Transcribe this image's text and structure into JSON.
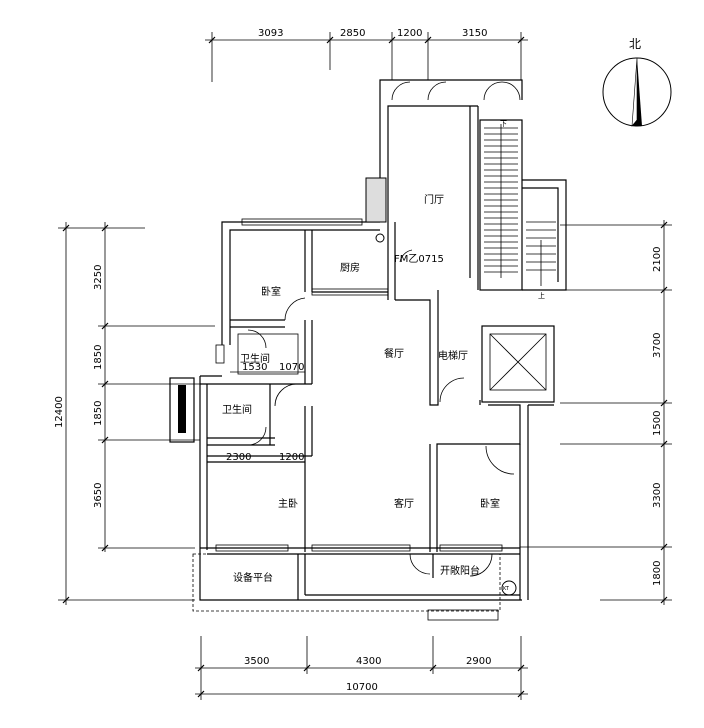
{
  "north": {
    "label": "北"
  },
  "dims_top": [
    "3093",
    "2850",
    "1200",
    "3150"
  ],
  "dims_left": {
    "total": "12400",
    "parts": [
      "3250",
      "1850",
      "1850",
      "3650"
    ]
  },
  "dims_right": [
    "2100",
    "3700",
    "1500",
    "3300",
    "1800"
  ],
  "dims_bottom": {
    "parts": [
      "3500",
      "4300",
      "2900"
    ],
    "total": "10700"
  },
  "inner_dims": {
    "bath_a": "1530",
    "bath_b": "1070",
    "bed_a": "2300",
    "bed_b": "1200"
  },
  "rooms": {
    "foyer": "门厅",
    "kitchen": "厨房",
    "bedroom_nw": "卧室",
    "bath_1": "卫生间",
    "bath_2": "卫生间",
    "dining": "餐厅",
    "elevator_hall": "电梯厅",
    "master": "主卧",
    "living": "客厅",
    "bedroom_e": "卧室",
    "equipment": "设备平台",
    "balcony": "开敞阳台"
  },
  "labels": {
    "door_code": "FM乙0715",
    "stair_down": "下",
    "stair_up": "上",
    "ac": "KT"
  }
}
